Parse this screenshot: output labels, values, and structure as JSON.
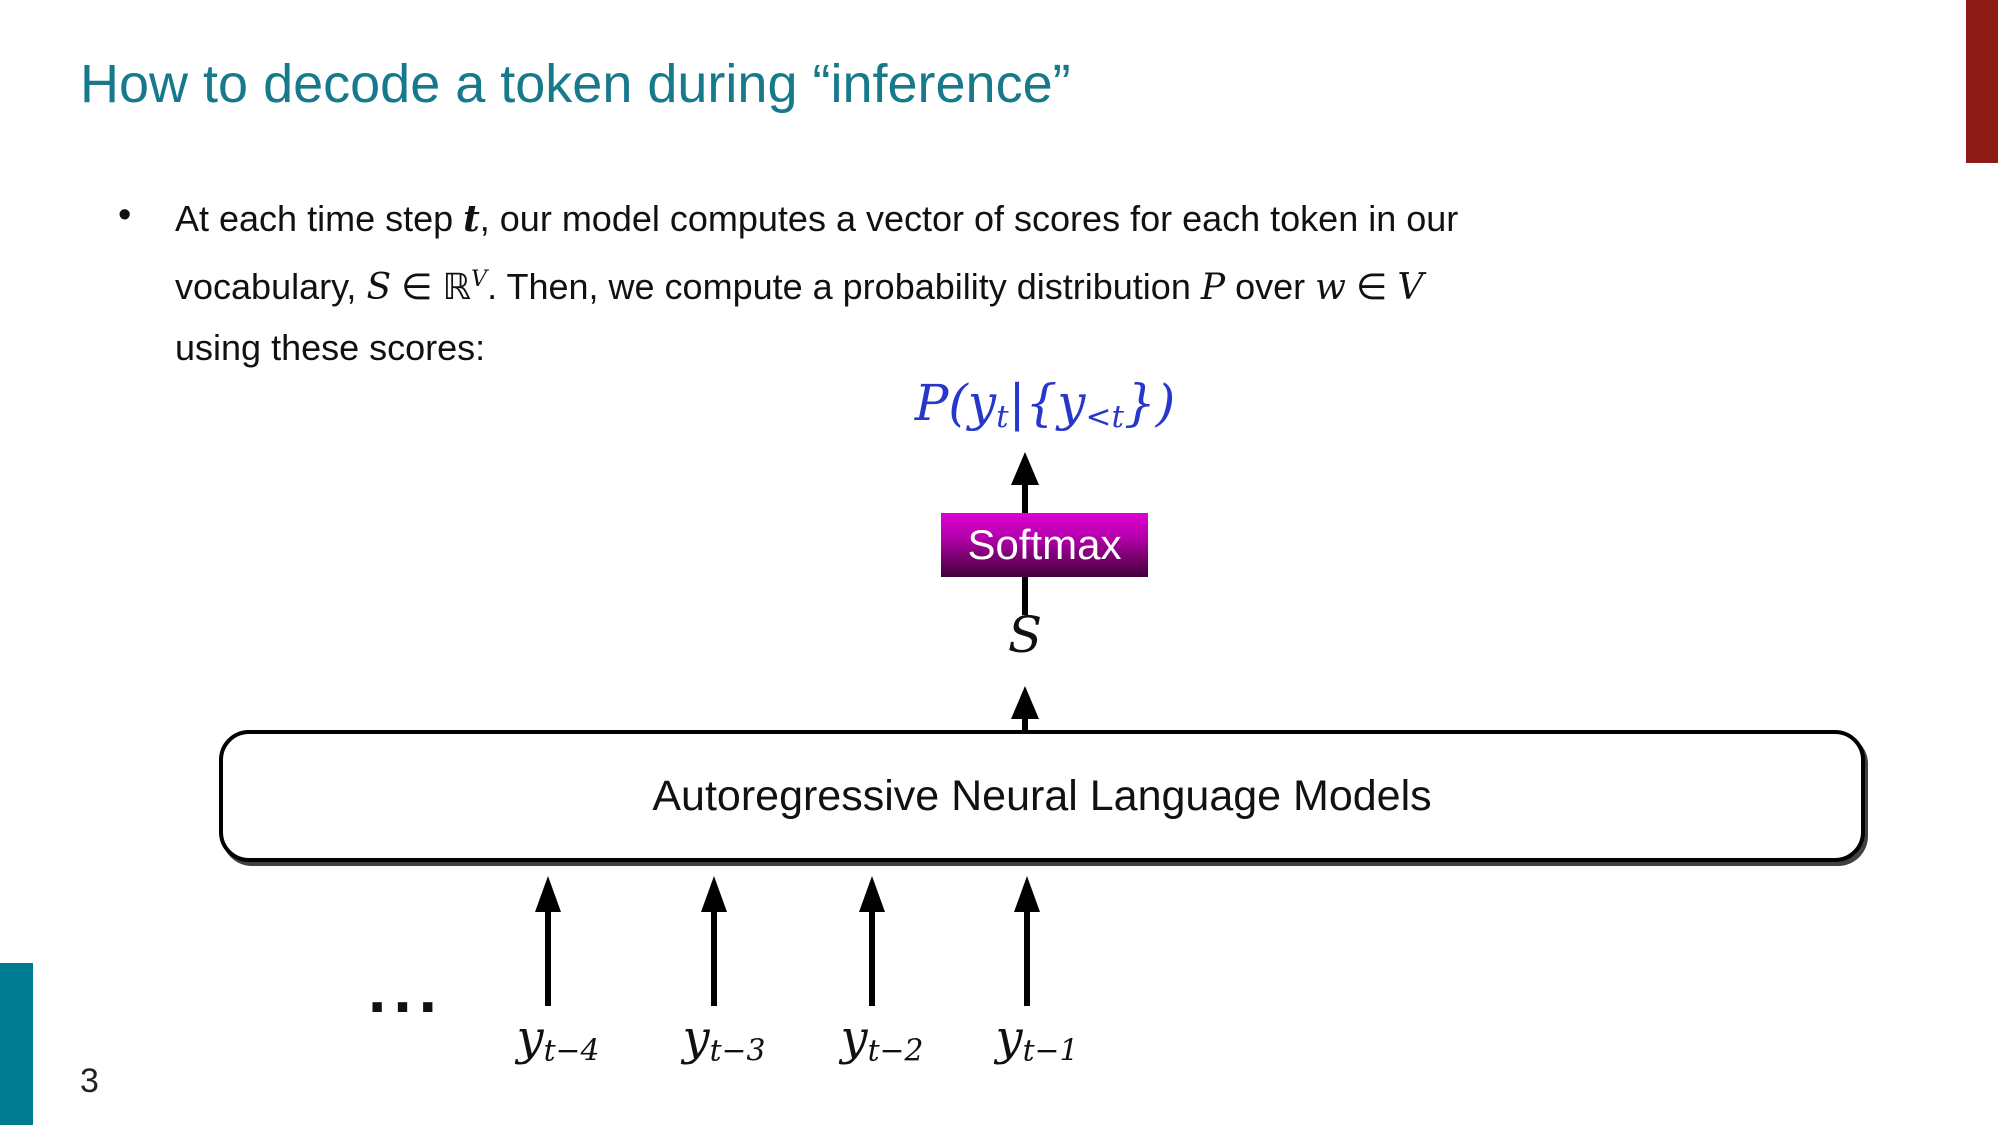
{
  "slide": {
    "title": "How to decode a token during “inference”",
    "page_number": "3",
    "colors": {
      "title_teal": "#17798c",
      "teal_bar": "#007a8e",
      "red_bar": "#8e1a15",
      "formula_blue": "#2737cb",
      "softmax_gradient_top": "#dd00d4",
      "softmax_gradient_bottom": "#42003c"
    },
    "bullet": {
      "marker": "•",
      "lines": [
        [
          {
            "t": "At each time step "
          },
          {
            "t": "t",
            "i": true,
            "b": true
          },
          {
            "t": ", our model computes a vector of scores for each token in our"
          }
        ],
        [
          {
            "t": "vocabulary, "
          },
          {
            "t": "S",
            "i": true
          },
          {
            "t": " ∈ "
          },
          {
            "t": "ℝ"
          },
          {
            "t": "V",
            "i": true,
            "sup": true
          },
          {
            "t": ". Then, we compute a probability distribution "
          },
          {
            "t": "P",
            "i": true
          },
          {
            "t": " over "
          },
          {
            "t": "w",
            "i": true
          },
          {
            "t": " ∈ "
          },
          {
            "t": "V",
            "i": true
          }
        ],
        [
          {
            "t": "using these scores:"
          }
        ]
      ]
    },
    "diagram": {
      "output_formula": [
        {
          "t": "P(y",
          "i": true
        },
        {
          "t": "t",
          "i": true,
          "sub": true
        },
        {
          "t": "|{y",
          "i": true
        },
        {
          "t": "<t",
          "i": true,
          "sub": true
        },
        {
          "t": "})",
          "i": true
        }
      ],
      "softmax_label": "Softmax",
      "scores_label": "S",
      "model_box_label": "Autoregressive Neural Language Models",
      "ellipsis": "...",
      "inputs": [
        {
          "segments": [
            {
              "t": "y",
              "i": true
            },
            {
              "t": "t−4",
              "i": true,
              "sub": true
            }
          ]
        },
        {
          "segments": [
            {
              "t": "y",
              "i": true
            },
            {
              "t": "t−3",
              "i": true,
              "sub": true
            }
          ]
        },
        {
          "segments": [
            {
              "t": "y",
              "i": true
            },
            {
              "t": "t−2",
              "i": true,
              "sub": true
            }
          ]
        },
        {
          "segments": [
            {
              "t": "y",
              "i": true
            },
            {
              "t": "t−1",
              "i": true,
              "sub": true
            }
          ]
        }
      ]
    }
  }
}
